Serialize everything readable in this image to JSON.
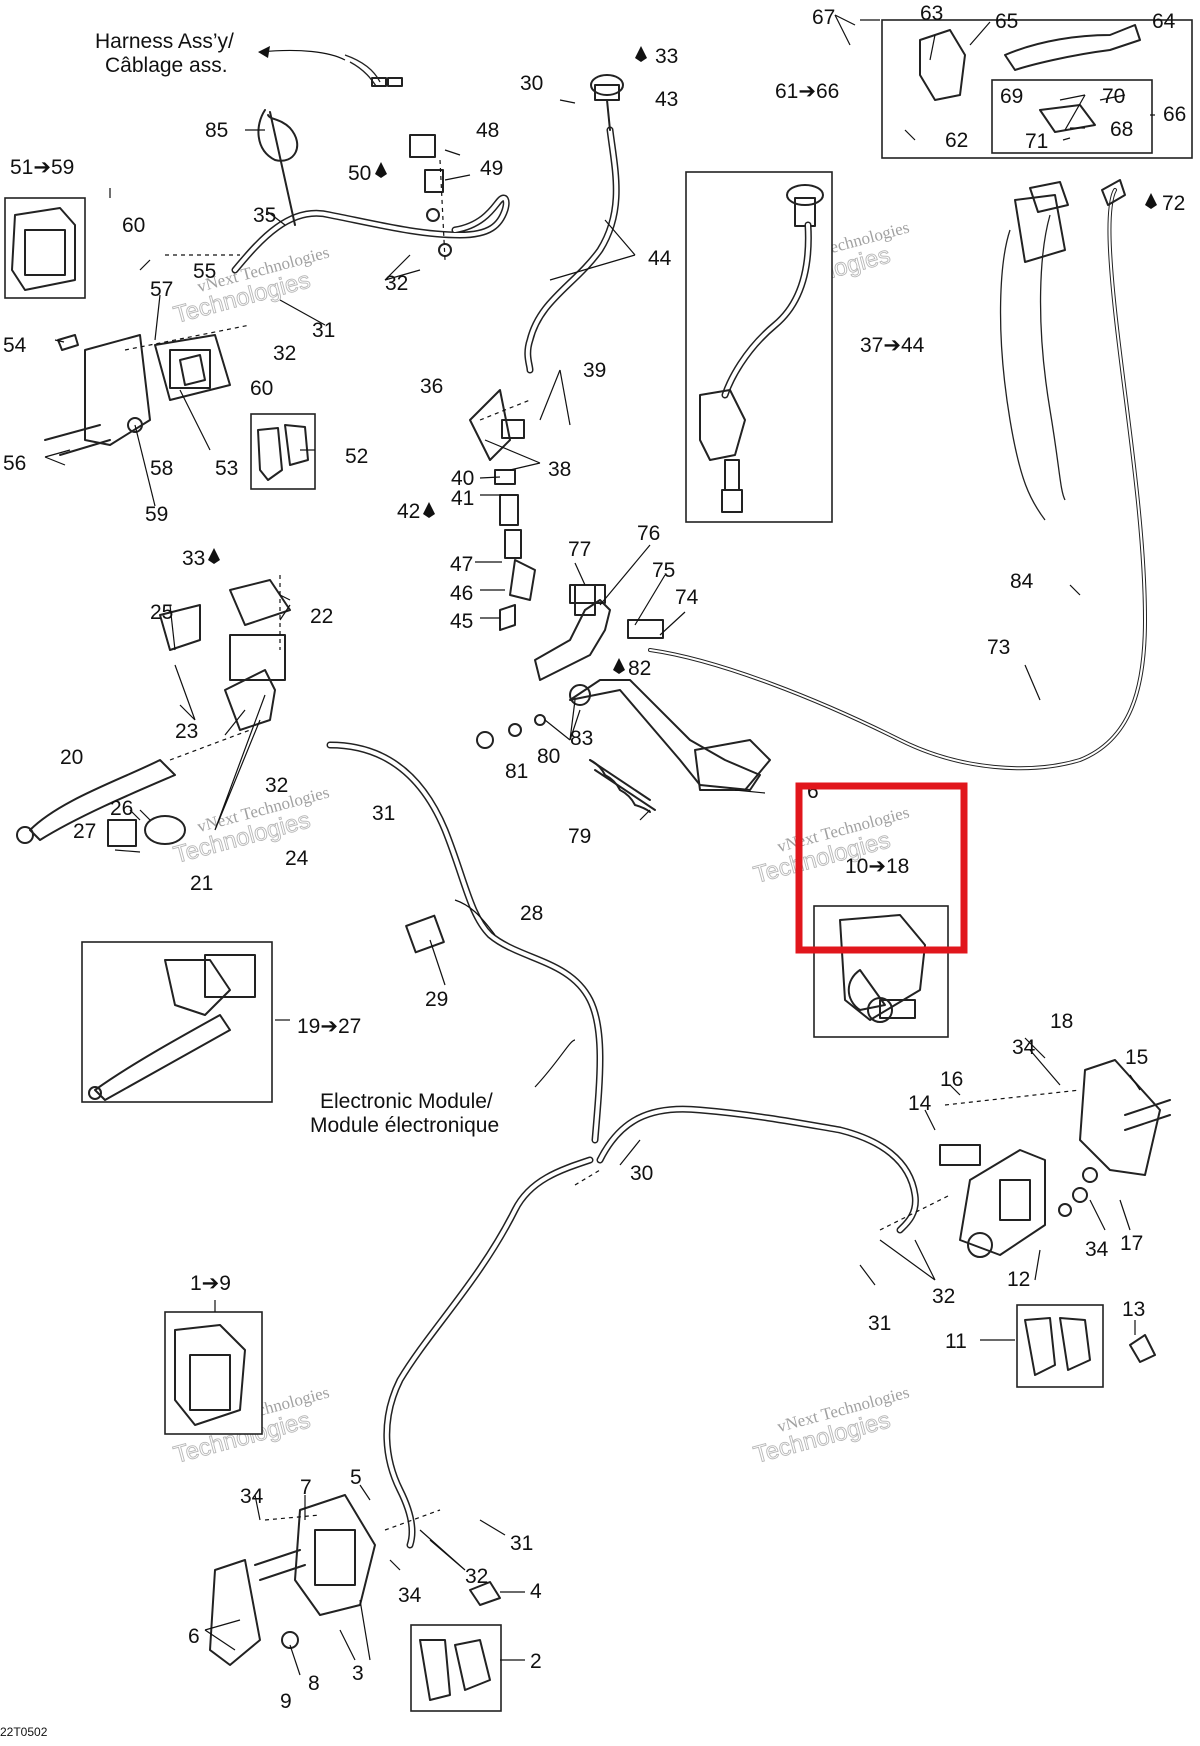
{
  "diagram_code": "22T0502",
  "highlight_color": "#e1161c",
  "callouts": {
    "harness": "Harness Ass'y/\nCâblage ass.",
    "electronic_module": "Electronic Module/\nModule électronique"
  },
  "watermark": {
    "line1": "vNext Technologies",
    "line2": "Technologies"
  },
  "labels": {
    "l1_9": "1➔9",
    "l2": "2",
    "l3": "3",
    "l4": "4",
    "l5": "5",
    "l6": "6",
    "l7": "7",
    "l8": "8",
    "l9": "9",
    "l10_18": "10➔18",
    "l11": "11",
    "l12": "12",
    "l13": "13",
    "l14": "14",
    "l15": "15",
    "l16": "16",
    "l17": "17",
    "l18": "18",
    "l19_27": "19➔27",
    "l20": "20",
    "l21": "21",
    "l22": "22",
    "l23": "23",
    "l24": "24",
    "l25": "25",
    "l26": "26",
    "l27": "27",
    "l28": "28",
    "l29": "29",
    "l30a": "30",
    "l30b": "30",
    "l31a": "31",
    "l31b": "31",
    "l31c": "31",
    "l31d": "31",
    "l32a": "32",
    "l32b": "32",
    "l32c": "32",
    "l32d": "32",
    "l32e": "32",
    "l33a": "33",
    "l33b": "33",
    "l34a": "34",
    "l34b": "34",
    "l34c": "34",
    "l34d": "34",
    "l35": "35",
    "l36": "36",
    "l37_44": "37➔44",
    "l38": "38",
    "l39": "39",
    "l40": "40",
    "l41": "41",
    "l42": "42",
    "l43": "43",
    "l44": "44",
    "l45": "45",
    "l46": "46",
    "l47": "47",
    "l48": "48",
    "l49": "49",
    "l50": "50",
    "l51_59": "51➔59",
    "l52": "52",
    "l53": "53",
    "l54": "54",
    "l55": "55",
    "l56": "56",
    "l57": "57",
    "l58": "58",
    "l59": "59",
    "l60a": "60",
    "l60b": "60",
    "l61_66": "61➔66",
    "l62": "62",
    "l63": "63",
    "l64": "64",
    "l65": "65",
    "l66": "66",
    "l67": "67",
    "l68": "68",
    "l69": "69",
    "l70": "70",
    "l71": "71",
    "l72": "72",
    "l73": "73",
    "l74": "74",
    "l75": "75",
    "l76": "76",
    "l77": "77",
    "l78": "6",
    "l79": "79",
    "l80": "80",
    "l81": "81",
    "l82": "82",
    "l83": "83",
    "l84": "84",
    "l85": "85"
  }
}
